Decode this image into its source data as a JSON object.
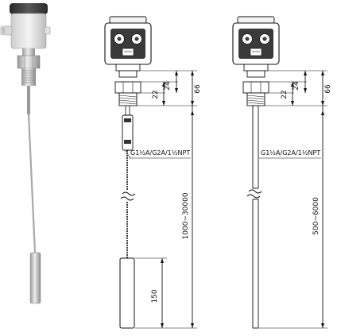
{
  "drawing_left": {
    "dims": {
      "d24": "24",
      "d22": "22",
      "d66": "66",
      "total": "1000~30000",
      "weight": "150"
    },
    "thread_label": "G1½A/G2A/1½NPT"
  },
  "drawing_right": {
    "dims": {
      "d24": "24",
      "d22": "22",
      "d66": "66",
      "total": "500~6000"
    },
    "thread_label": "G1½A/G2A/1½NPT"
  },
  "colors": {
    "housing": "#3b3b3b",
    "body": "#e7e7e7",
    "steel": "#c8c8c8",
    "line": "#111111"
  }
}
